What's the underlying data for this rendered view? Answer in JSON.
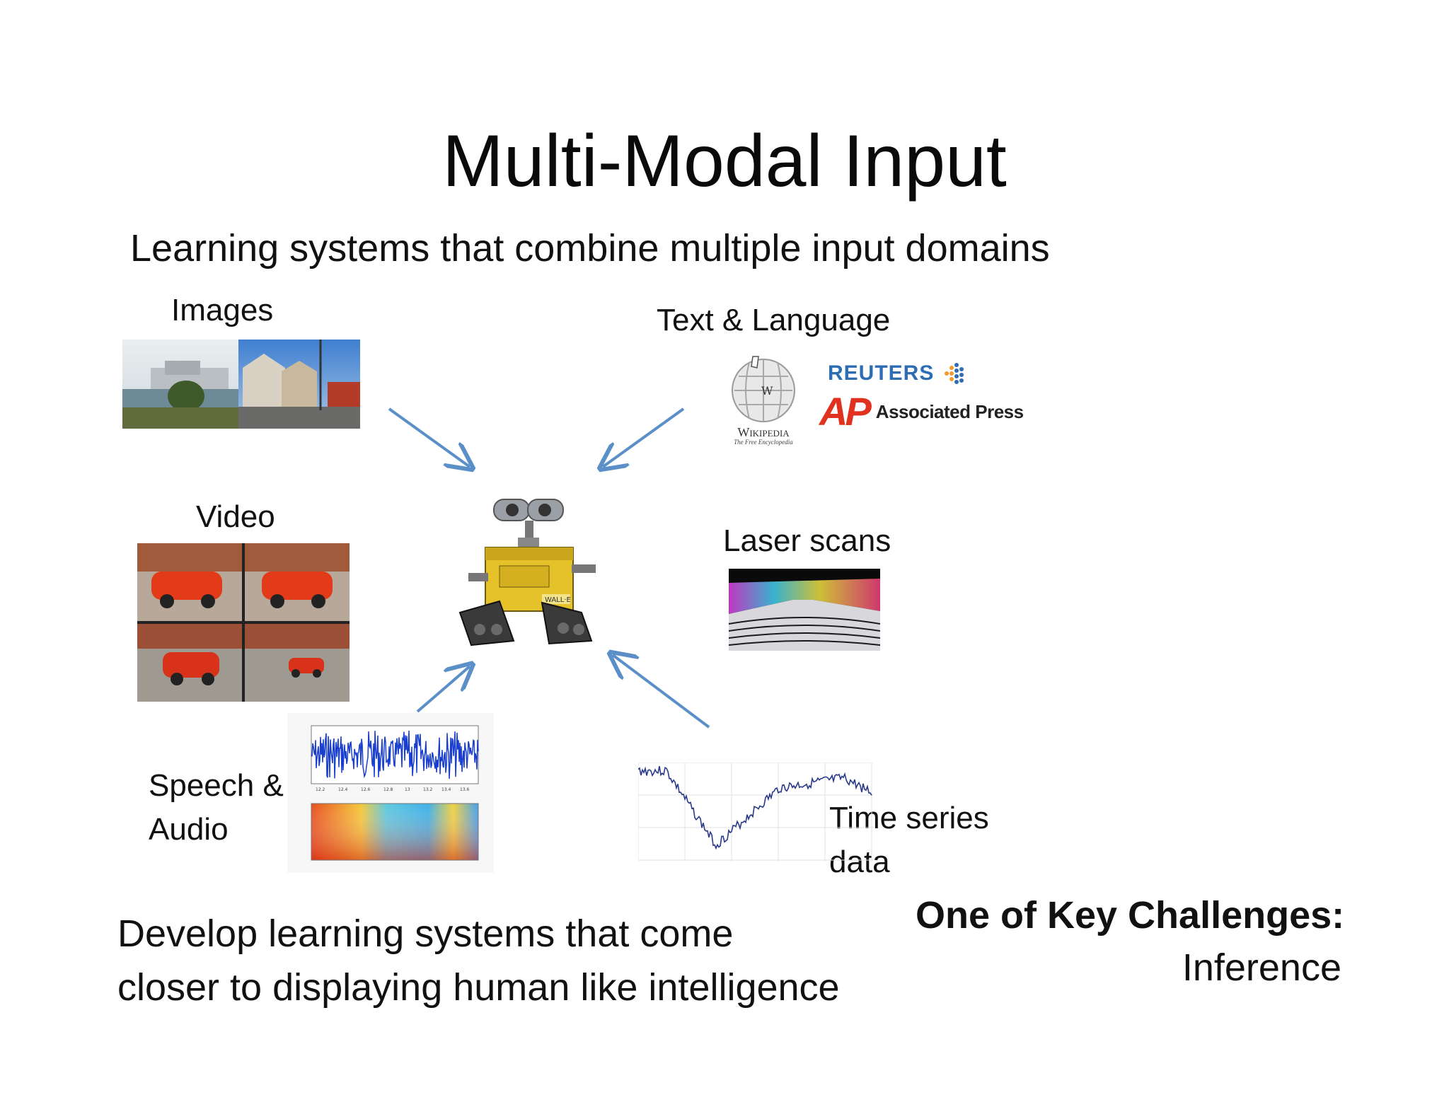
{
  "slide": {
    "title": "Multi-Modal Input",
    "subtitle": "Learning systems that combine multiple input domains"
  },
  "modalities": {
    "images": "Images",
    "text_language": "Text & Language",
    "video": "Video",
    "laser_scans": "Laser scans",
    "speech_audio_line1": "Speech &",
    "speech_audio_line2": "Audio",
    "time_series_line1": "Time series",
    "time_series_line2": "data"
  },
  "logos": {
    "wikipedia_name": "Wikipedia",
    "wikipedia_tagline": "The Free Encyclopedia",
    "reuters": "REUTERS",
    "ap_mark": "AP",
    "ap_name": "Associated Press"
  },
  "robot": {
    "badge": "WALL·E"
  },
  "bottom": {
    "line1": "Develop learning systems that come",
    "line2": "closer to displaying human like intelligence"
  },
  "challenge": {
    "title": "One of Key Challenges:",
    "answer": "Inference"
  },
  "colors": {
    "arrow": "#5b8fc7",
    "reuters": "#2c6db3",
    "ap_red": "#e0321e",
    "audio_wave": "#1a3fcf",
    "timeseries": "#2a3a8a"
  },
  "icons": {
    "wikipedia": "wikipedia-globe-icon",
    "reuters": "reuters-dots-icon",
    "ap": "ap-logo-icon",
    "robot": "robot-icon"
  }
}
